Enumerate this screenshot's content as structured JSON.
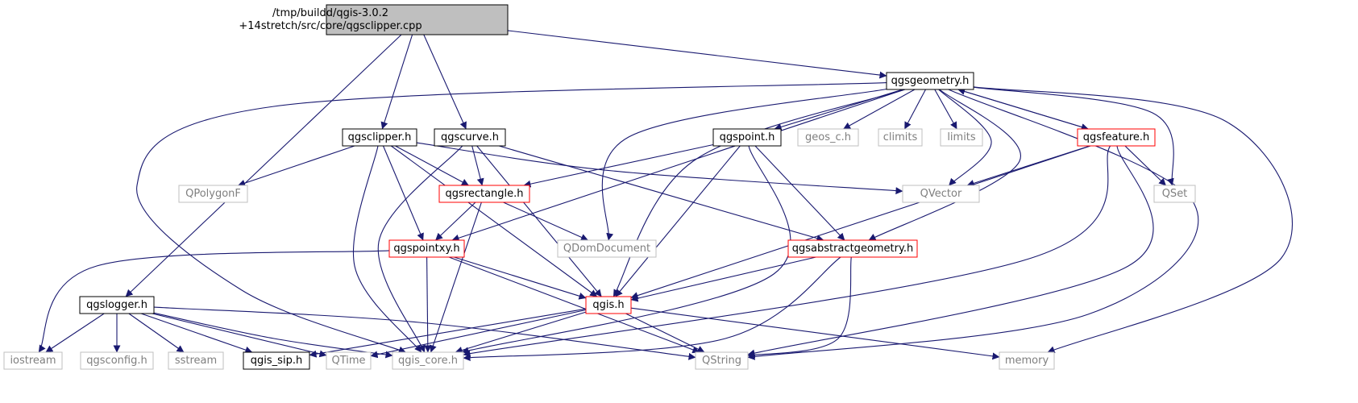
{
  "diagram": {
    "type": "include-dependency-graph",
    "colors": {
      "edge": "#191970",
      "root_fill": "#bfbfbf",
      "node_text": "#000000",
      "external_text": "#7f7f7f",
      "border_normal": "#000000",
      "border_truncated": "#ff0000",
      "border_external": "#bfbfbf",
      "node_fill": "#ffffff"
    },
    "nodes": [
      {
        "id": "root",
        "lines": [
          "/tmp/buildd/qgis-3.0.2",
          "+14stretch/src/core/qgsclipper.cpp"
        ],
        "kind": "root"
      },
      {
        "id": "geometry",
        "lines": [
          "qgsgeometry.h"
        ],
        "kind": "normal"
      },
      {
        "id": "clipper",
        "lines": [
          "qgsclipper.h"
        ],
        "kind": "normal"
      },
      {
        "id": "curve",
        "lines": [
          "qgscurve.h"
        ],
        "kind": "normal"
      },
      {
        "id": "point",
        "lines": [
          "qgspoint.h"
        ],
        "kind": "normal"
      },
      {
        "id": "geos",
        "lines": [
          "geos_c.h"
        ],
        "kind": "external"
      },
      {
        "id": "climits",
        "lines": [
          "climits"
        ],
        "kind": "external"
      },
      {
        "id": "limits",
        "lines": [
          "limits"
        ],
        "kind": "external"
      },
      {
        "id": "feature",
        "lines": [
          "qgsfeature.h"
        ],
        "kind": "truncated"
      },
      {
        "id": "polygonf",
        "lines": [
          "QPolygonF"
        ],
        "kind": "external"
      },
      {
        "id": "rectangle",
        "lines": [
          "qgsrectangle.h"
        ],
        "kind": "truncated"
      },
      {
        "id": "qvector",
        "lines": [
          "QVector"
        ],
        "kind": "external"
      },
      {
        "id": "qset",
        "lines": [
          "QSet"
        ],
        "kind": "external"
      },
      {
        "id": "domdoc",
        "lines": [
          "QDomDocument"
        ],
        "kind": "external"
      },
      {
        "id": "pointxy",
        "lines": [
          "qgspointxy.h"
        ],
        "kind": "truncated"
      },
      {
        "id": "abstractgeom",
        "lines": [
          "qgsabstractgeometry.h"
        ],
        "kind": "truncated"
      },
      {
        "id": "logger",
        "lines": [
          "qgslogger.h"
        ],
        "kind": "normal"
      },
      {
        "id": "qgis",
        "lines": [
          "qgis.h"
        ],
        "kind": "truncated"
      },
      {
        "id": "iostream",
        "lines": [
          "iostream"
        ],
        "kind": "external"
      },
      {
        "id": "qgsconfig",
        "lines": [
          "qgsconfig.h"
        ],
        "kind": "external"
      },
      {
        "id": "sstream",
        "lines": [
          "sstream"
        ],
        "kind": "external"
      },
      {
        "id": "sip",
        "lines": [
          "qgis_sip.h"
        ],
        "kind": "normal"
      },
      {
        "id": "qtime",
        "lines": [
          "QTime"
        ],
        "kind": "external"
      },
      {
        "id": "core",
        "lines": [
          "qgis_core.h"
        ],
        "kind": "external"
      },
      {
        "id": "qstring",
        "lines": [
          "QString"
        ],
        "kind": "external"
      },
      {
        "id": "memory",
        "lines": [
          "memory"
        ],
        "kind": "external"
      }
    ],
    "edges": [
      [
        "root",
        "geometry"
      ],
      [
        "root",
        "clipper"
      ],
      [
        "root",
        "curve"
      ],
      [
        "root",
        "logger"
      ],
      [
        "geometry",
        "point"
      ],
      [
        "geometry",
        "geos"
      ],
      [
        "geometry",
        "climits"
      ],
      [
        "geometry",
        "limits"
      ],
      [
        "geometry",
        "feature"
      ],
      [
        "geometry",
        "qvector"
      ],
      [
        "geometry",
        "qset"
      ],
      [
        "geometry",
        "domdoc"
      ],
      [
        "geometry",
        "pointxy"
      ],
      [
        "geometry",
        "abstractgeom"
      ],
      [
        "geometry",
        "qgis"
      ],
      [
        "geometry",
        "core"
      ],
      [
        "geometry",
        "qstring"
      ],
      [
        "geometry",
        "memory"
      ],
      [
        "clipper",
        "polygonf"
      ],
      [
        "clipper",
        "rectangle"
      ],
      [
        "clipper",
        "qvector"
      ],
      [
        "clipper",
        "pointxy"
      ],
      [
        "clipper",
        "qgis"
      ],
      [
        "clipper",
        "core"
      ],
      [
        "curve",
        "rectangle"
      ],
      [
        "curve",
        "abstractgeom"
      ],
      [
        "curve",
        "qgis"
      ],
      [
        "curve",
        "core"
      ],
      [
        "point",
        "rectangle"
      ],
      [
        "point",
        "abstractgeom"
      ],
      [
        "point",
        "qgis"
      ],
      [
        "point",
        "core"
      ],
      [
        "feature",
        "geometry"
      ],
      [
        "feature",
        "qvector"
      ],
      [
        "feature",
        "qset"
      ],
      [
        "feature",
        "qgis"
      ],
      [
        "feature",
        "core"
      ],
      [
        "feature",
        "qstring"
      ],
      [
        "rectangle",
        "pointxy"
      ],
      [
        "rectangle",
        "domdoc"
      ],
      [
        "rectangle",
        "core"
      ],
      [
        "pointxy",
        "iostream"
      ],
      [
        "pointxy",
        "qgis"
      ],
      [
        "pointxy",
        "core"
      ],
      [
        "pointxy",
        "qstring"
      ],
      [
        "abstractgeom",
        "qgis"
      ],
      [
        "abstractgeom",
        "core"
      ],
      [
        "abstractgeom",
        "qstring"
      ],
      [
        "logger",
        "iostream"
      ],
      [
        "logger",
        "qgsconfig"
      ],
      [
        "logger",
        "sstream"
      ],
      [
        "logger",
        "sip"
      ],
      [
        "logger",
        "qtime"
      ],
      [
        "logger",
        "core"
      ],
      [
        "logger",
        "qstring"
      ],
      [
        "qgis",
        "sip"
      ],
      [
        "qgis",
        "qtime"
      ],
      [
        "qgis",
        "core"
      ],
      [
        "qgis",
        "qstring"
      ],
      [
        "qgis",
        "memory"
      ]
    ]
  }
}
